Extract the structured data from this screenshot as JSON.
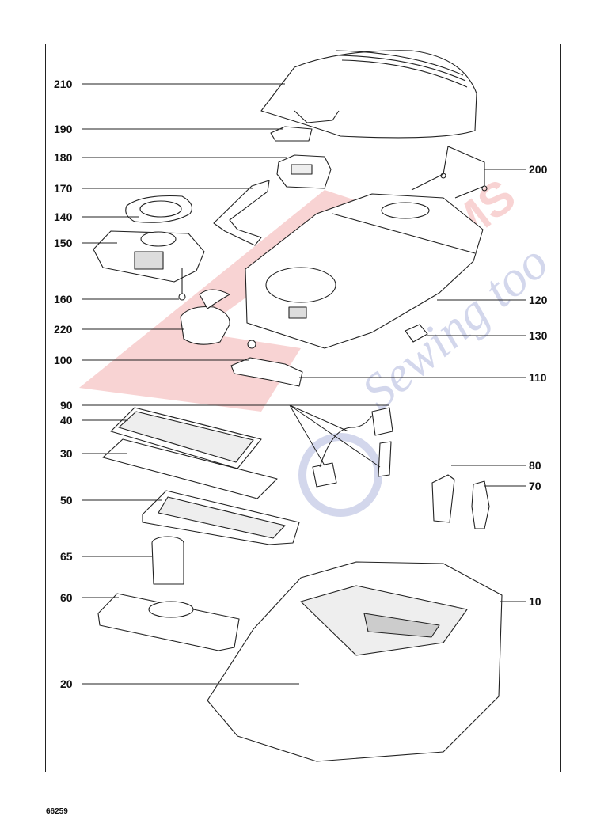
{
  "figure_number": "66259",
  "callouts": {
    "c210": "210",
    "c190": "190",
    "c180": "180",
    "c170": "170",
    "c140": "140",
    "c150": "150",
    "c160": "160",
    "c220": "220",
    "c100": "100",
    "c90": "90",
    "c40": "40",
    "c30": "30",
    "c50": "50",
    "c65": "65",
    "c60": "60",
    "c20": "20",
    "c200": "200",
    "c120": "120",
    "c130": "130",
    "c110": "110",
    "c80": "80",
    "c70": "70",
    "c10": "10"
  },
  "watermark": {
    "text": "VACUUMS SEWING too",
    "color": "#e03a3a",
    "secondary_color": "#3a4aa8"
  },
  "colors": {
    "line": "#222222",
    "part_fill": "#ffffff",
    "shade": "#dddddd"
  }
}
